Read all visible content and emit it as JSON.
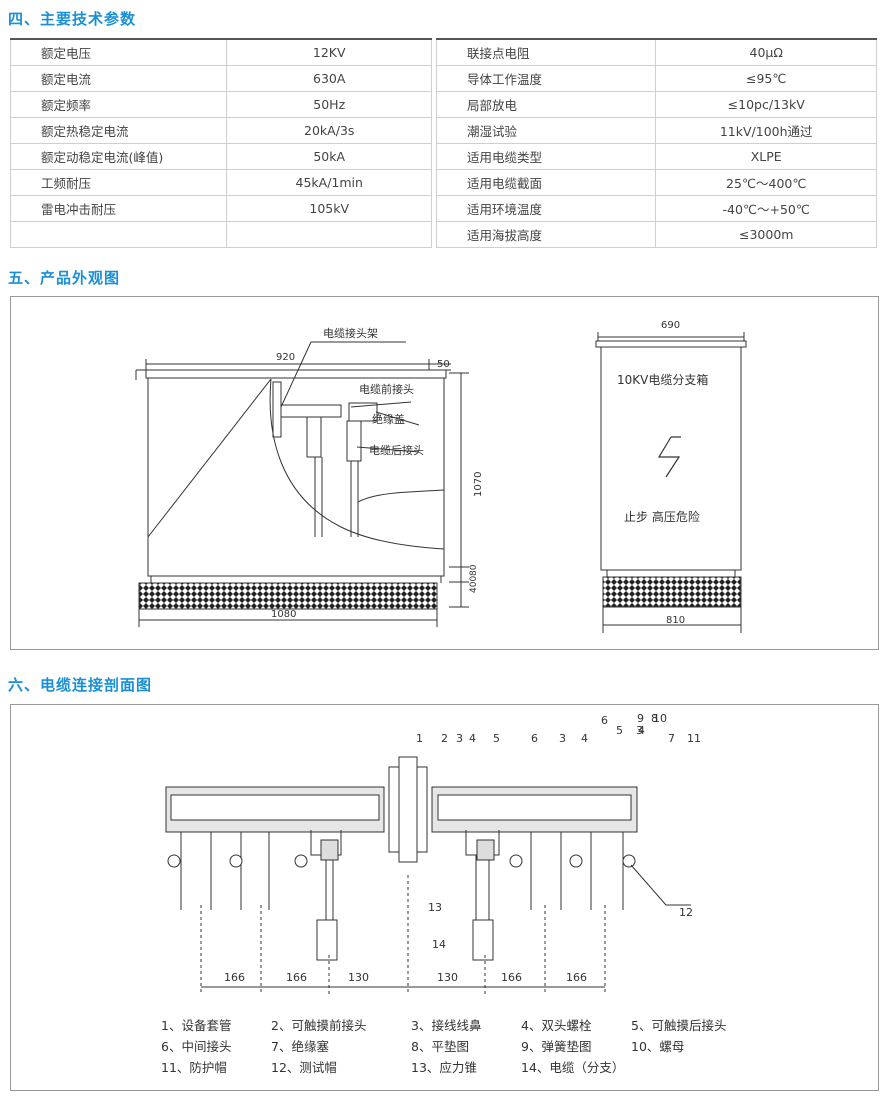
{
  "sections": {
    "specs_title": "四、主要技术参数",
    "appearance_title": "五、产品外观图",
    "section_view_title": "六、电缆连接剖面图"
  },
  "specs_left": [
    {
      "name": "额定电压",
      "value": "12KV"
    },
    {
      "name": "额定电流",
      "value": "630A"
    },
    {
      "name": "额定频率",
      "value": "50Hz"
    },
    {
      "name": "额定热稳定电流",
      "value": "20kA/3s"
    },
    {
      "name": "额定动稳定电流(峰值)",
      "value": "50kA"
    },
    {
      "name": "工频耐压",
      "value": "45kA/1min"
    },
    {
      "name": "雷电冲击耐压",
      "value": "105kV"
    },
    {
      "name": "",
      "value": ""
    }
  ],
  "specs_right": [
    {
      "name": "联接点电阻",
      "value": "40μΩ"
    },
    {
      "name": "导体工作温度",
      "value": "≤95℃"
    },
    {
      "name": "局部放电",
      "value": "≤10pc/13kV"
    },
    {
      "name": "潮湿试验",
      "value": "11kV/100h通过"
    },
    {
      "name": "适用电缆类型",
      "value": "XLPE"
    },
    {
      "name": "适用电缆截面",
      "value": "25℃～400℃"
    },
    {
      "name": "适用环境温度",
      "value": "-40℃～+50℃"
    },
    {
      "name": "适用海拔高度",
      "value": "≤3000m"
    }
  ],
  "appearance": {
    "side": {
      "dim_top": "920",
      "dim_top_right": "50",
      "dim_height": "1070",
      "dim_base_a": "400",
      "dim_base_b": "80",
      "dim_bottom": "1080",
      "label_bracket": "电缆接头架",
      "label_front": "电缆前接头",
      "label_cap": "绝缘盖",
      "label_rear": "电缆后接头"
    },
    "front": {
      "dim_top": "690",
      "title": "10KV电缆分支箱",
      "warning": "止步 高压危险",
      "dim_bottom": "810"
    }
  },
  "section_view": {
    "callouts_top": [
      "1",
      "2",
      "3",
      "4",
      "5",
      "6",
      "3",
      "4",
      "6",
      "5",
      "4",
      "3",
      "8",
      "9",
      "10",
      "7",
      "11"
    ],
    "callout_12": "12",
    "callout_13": "13",
    "callout_14": "14",
    "dims": [
      "166",
      "166",
      "130",
      "130",
      "166",
      "166"
    ],
    "legend": [
      [
        "1、设备套管",
        "2、可触摸前接头",
        "3、接线线鼻",
        "4、双头螺栓",
        "5、可触摸后接头"
      ],
      [
        "6、中间接头",
        "7、绝缘塞",
        "8、平垫图",
        "9、弹簧垫图",
        "10、螺母"
      ],
      [
        "11、防护帽",
        "12、测试帽",
        "13、应力锥",
        "14、电缆（分支）"
      ]
    ]
  }
}
